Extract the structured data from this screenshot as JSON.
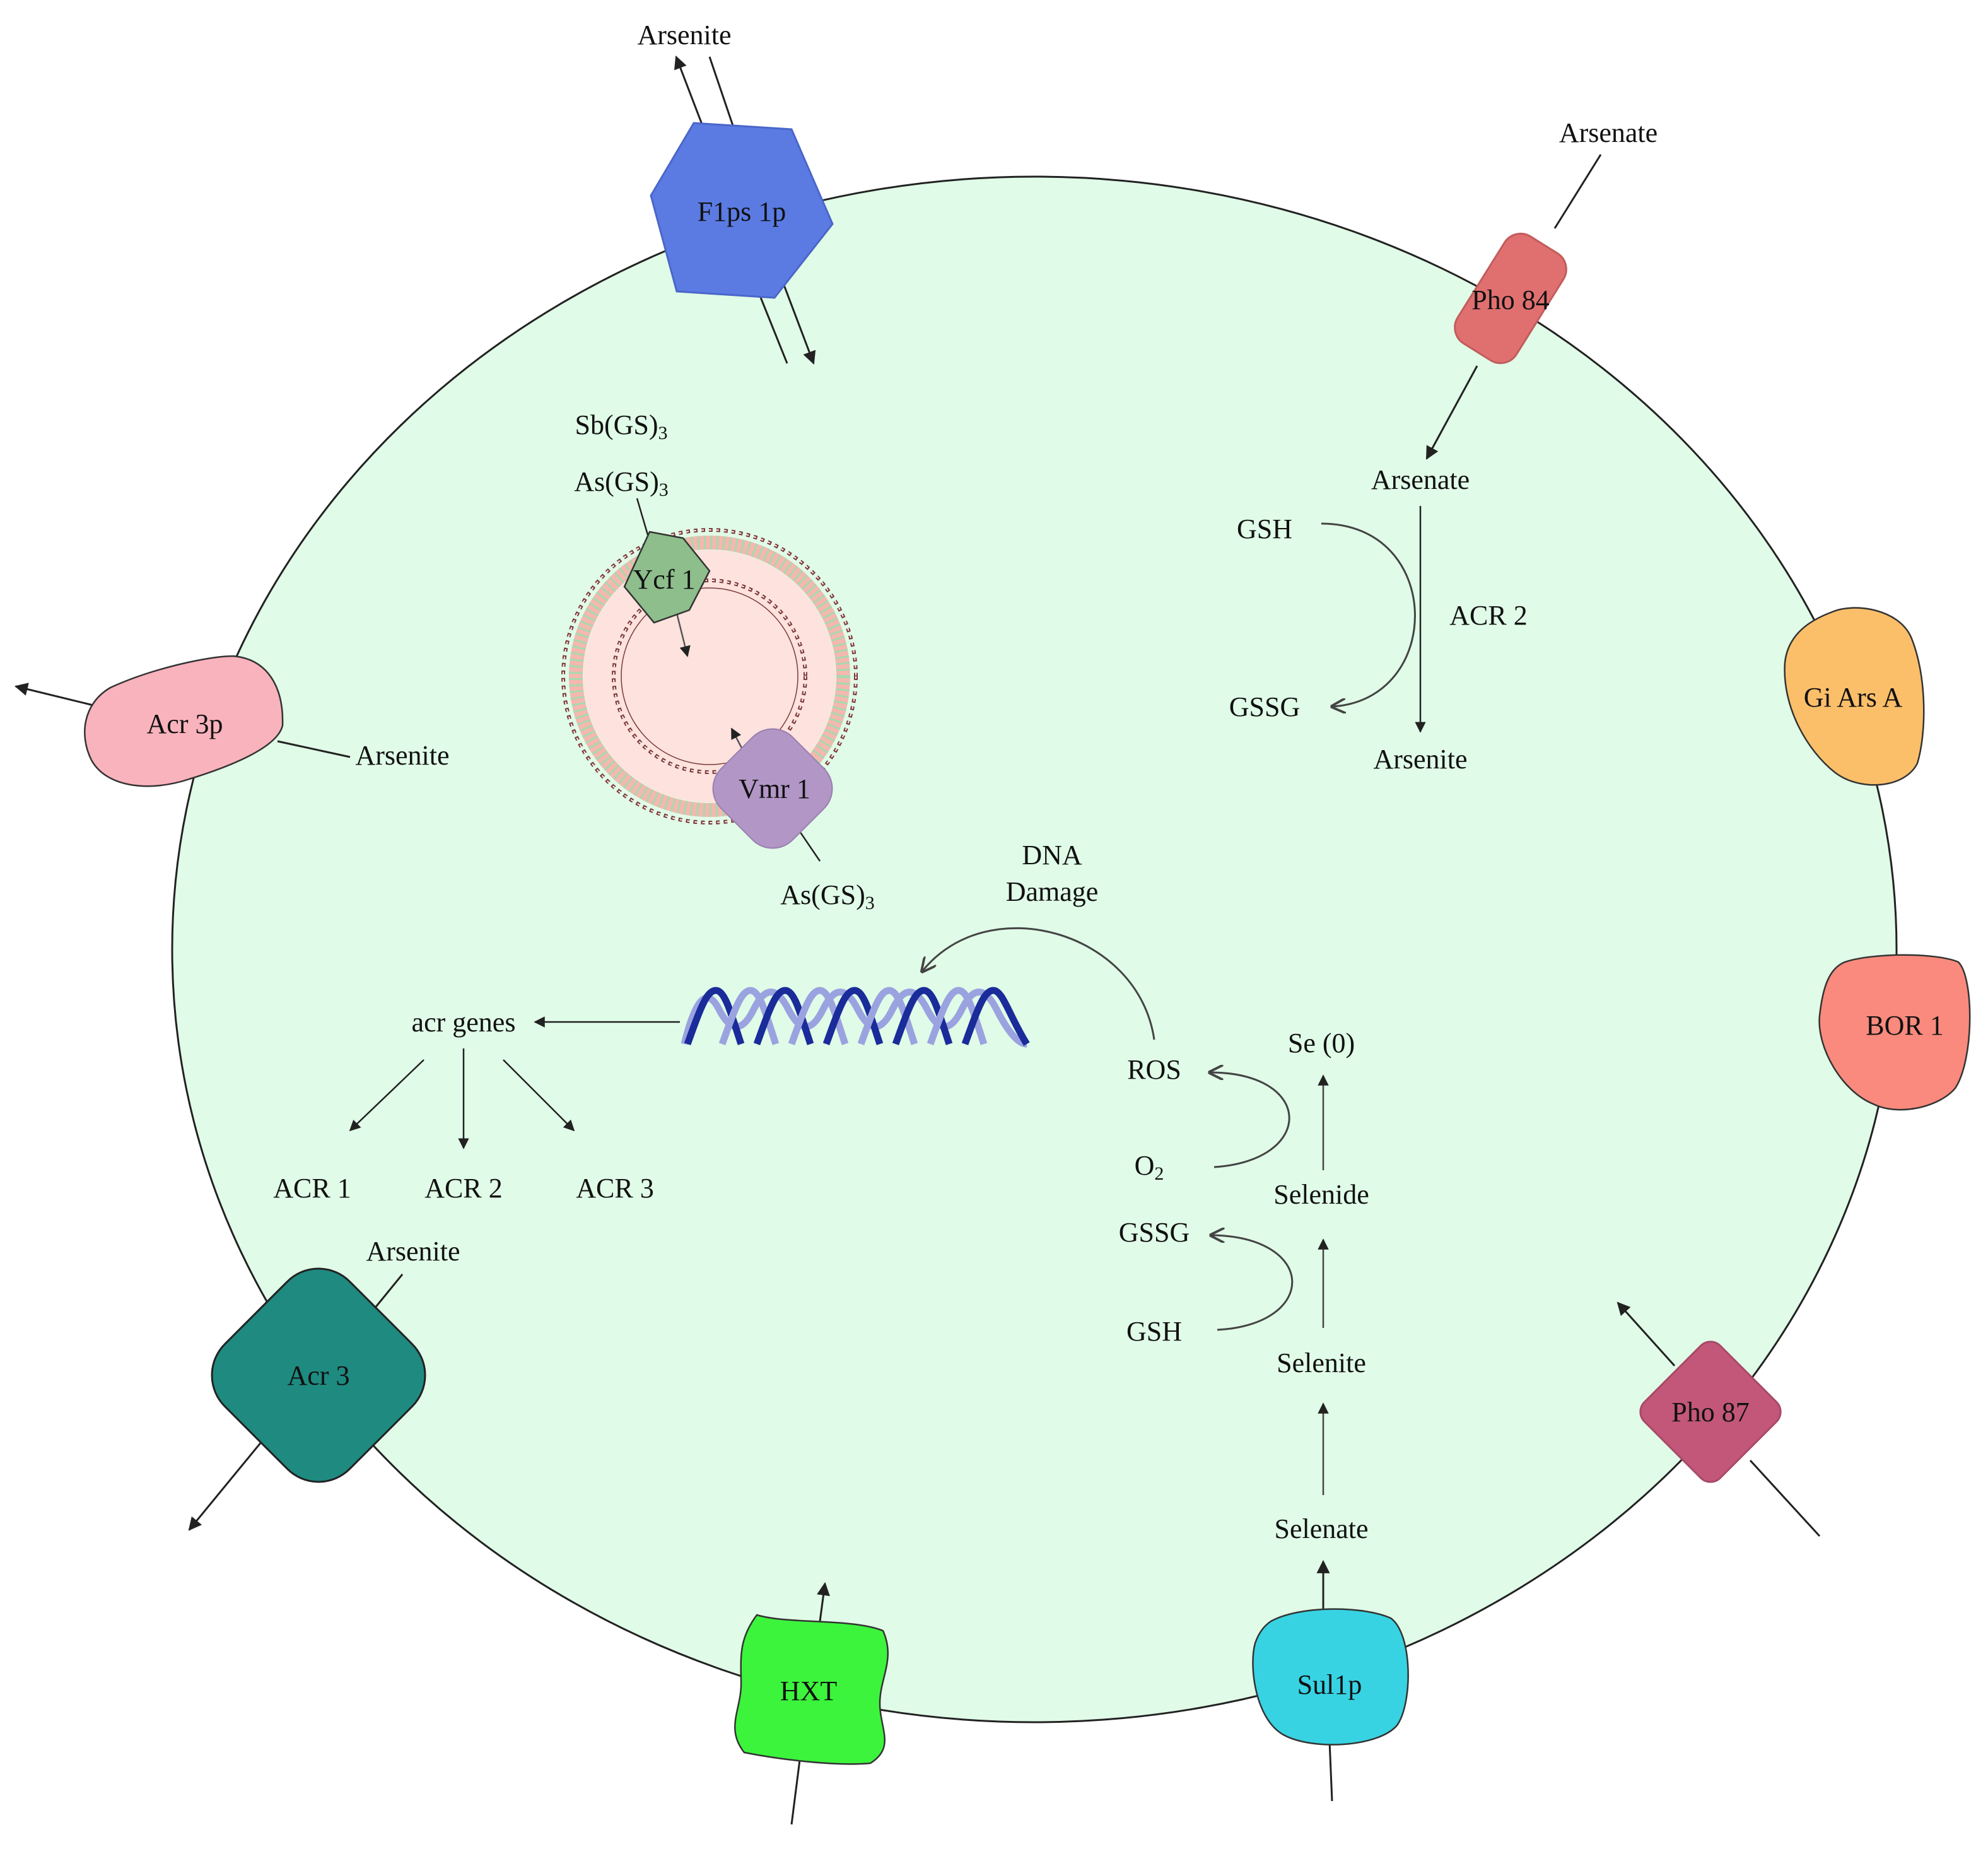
{
  "proteins": {
    "flps1p": "F1ps 1p",
    "pho84": "Pho 84",
    "giarsa": "Gi Ars A",
    "bor1": "BOR 1",
    "pho87": "Pho 87",
    "sul1p": "Sul1p",
    "hxt": "HXT",
    "acr3": "Acr 3",
    "acr3p": "Acr 3p",
    "ycf1": "Ycf 1",
    "vmr1": "Vmr 1"
  },
  "labels": {
    "arsenite_top": "Arsenite",
    "arsenate_top": "Arsenate",
    "arsenite_acr3p": "Arsenite",
    "arsenite_acr3": "Arsenite",
    "sbgs_base": "Sb(GS)",
    "asgs_base_top": "As(GS)",
    "asgs_base_bottom": "As(GS)",
    "subscript_3": "3",
    "arsenate_inner": "Arsenate",
    "gsh_arsenic": "GSH",
    "gssg_arsenic": "GSSG",
    "acr2_enzyme": "ACR 2",
    "arsenite_inner": "Arsenite",
    "dna_line1": "DNA",
    "dna_line2": "Damage",
    "acr_genes": "acr genes",
    "acr1": "ACR 1",
    "acr2": "ACR 2",
    "acr3_gene": "ACR 3",
    "ros": "ROS",
    "o2_base": "O",
    "subscript_2": "2",
    "se0": "Se (0)",
    "selenide": "Selenide",
    "gssg_se": "GSSG",
    "gsh_se": "GSH",
    "selenite": "Selenite",
    "selenate": "Selenate"
  },
  "colors": {
    "cell_fill": "#e0fbe7",
    "flps1p": "#5b7be3",
    "pho84": "#e07070",
    "giarsa": "#fbbf6a",
    "bor1": "#f98a7d",
    "pho87": "#c2577a",
    "sul1p": "#37d3e3",
    "hxt": "#3cf43c",
    "acr3": "#1f8a80",
    "acr3p": "#f9b3bd",
    "ycf1": "#8dbe8c",
    "vmr1": "#b296c6",
    "vacuole_fill": "#fde2dd",
    "dna_dark": "#1a2b9a",
    "dna_light": "#9aa3e0"
  }
}
